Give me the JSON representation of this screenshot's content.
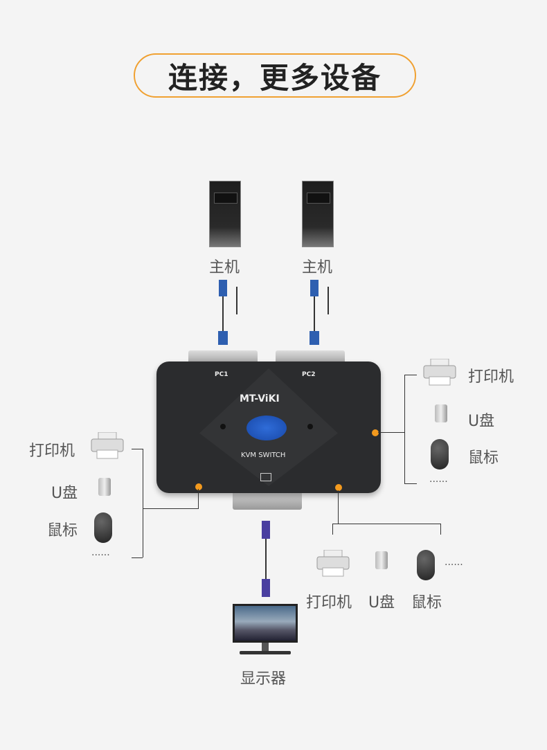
{
  "title": "连接，更多设备",
  "hosts": [
    {
      "label": "主机"
    },
    {
      "label": "主机"
    }
  ],
  "kvm": {
    "port1": "PC1",
    "port2": "PC2",
    "brand": "MT-ViKI",
    "name": "KVM SWITCH"
  },
  "right_group": {
    "printer": "打印机",
    "usb": "U盘",
    "mouse": "鼠标",
    "more": "......"
  },
  "left_group": {
    "printer": "打印机",
    "usb": "U盘",
    "mouse": "鼠标",
    "more": "......"
  },
  "bottom_group": {
    "printer": "打印机",
    "usb": "U盘",
    "mouse": "鼠标",
    "more": "......"
  },
  "monitor": {
    "label": "显示器"
  },
  "colors": {
    "accent": "#f39a1e",
    "device": "#2b2c2e",
    "button": "#2f6cd8"
  }
}
